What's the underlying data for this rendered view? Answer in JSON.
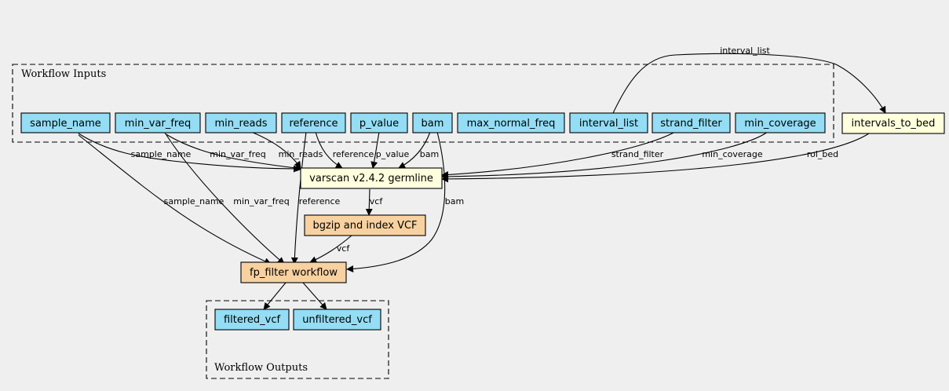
{
  "clusters": {
    "inputs_label": "Workflow Inputs",
    "outputs_label": "Workflow Outputs"
  },
  "inputs": [
    {
      "id": "sample_name",
      "label": "sample_name"
    },
    {
      "id": "min_var_freq",
      "label": "min_var_freq"
    },
    {
      "id": "min_reads",
      "label": "min_reads"
    },
    {
      "id": "reference",
      "label": "reference"
    },
    {
      "id": "p_value",
      "label": "p_value"
    },
    {
      "id": "bam",
      "label": "bam"
    },
    {
      "id": "max_normal_freq",
      "label": "max_normal_freq"
    },
    {
      "id": "interval_list",
      "label": "interval_list"
    },
    {
      "id": "strand_filter",
      "label": "strand_filter"
    },
    {
      "id": "min_coverage",
      "label": "min_coverage"
    }
  ],
  "steps": {
    "intervals_to_bed": "intervals_to_bed",
    "varscan": "varscan v2.4.2 germline",
    "bgzip": "bgzip and index VCF",
    "fp_filter": "fp_filter workflow"
  },
  "outputs": [
    {
      "id": "filtered_vcf",
      "label": "filtered_vcf"
    },
    {
      "id": "unfiltered_vcf",
      "label": "unfiltered_vcf"
    }
  ],
  "edge_labels": {
    "interval_list": "interval_list",
    "sample_name_varscan": "sample_name",
    "min_var_freq_varscan": "min_var_freq",
    "min_reads": "min_reads",
    "reference_varscan": "reference",
    "p_value": "p_value",
    "bam_varscan": "bam",
    "strand_filter": "strand_filter",
    "min_coverage": "min_coverage",
    "roi_bed": "roi_bed",
    "sample_name_fp": "sample_name",
    "min_var_freq_fp": "min_var_freq",
    "reference_fp": "reference",
    "vcf_varscan": "vcf",
    "bam_fp": "bam",
    "vcf_bgzip": "vcf"
  }
}
